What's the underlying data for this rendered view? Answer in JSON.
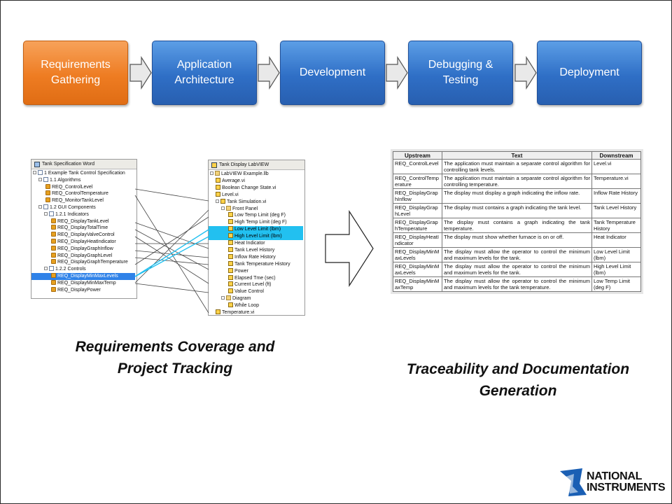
{
  "process": {
    "steps": [
      {
        "label": "Requirements Gathering",
        "color": "#ee7c22"
      },
      {
        "label": "Application Architecture",
        "color": "#2f6fc6"
      },
      {
        "label": "Development",
        "color": "#2f6fc6"
      },
      {
        "label": "Debugging & Testing",
        "color": "#2f6fc6"
      },
      {
        "label": "Deployment",
        "color": "#2f6fc6"
      }
    ]
  },
  "word_panel": {
    "title": "Tank Specification   Word",
    "items": [
      "1 Example Tank Control Specification",
      "1.1 Algorithms",
      "REQ_ControlLevel",
      "REQ_ControlTemperature",
      "REQ_MonitorTankLevel",
      "1.2 GUI Components",
      "1.2.1 Indicators",
      "REQ_DisplayTankLevel",
      "REQ_DisplayTotalTime",
      "REQ_DisplayValveControl",
      "REQ_DisplayHeatIndicator",
      "REQ_DisplayGraphInflow",
      "REQ_DisplayGraphLevel",
      "REQ_DisplayGraphTemperature",
      "1.2.2 Controls",
      "REQ_DisplayMinMaxLevels",
      "REQ_DisplayMinMaxTemp",
      "REQ_DisplayPower"
    ]
  },
  "labview_panel": {
    "title": "Tank Display   LabVIEW",
    "items": [
      "LabVIEW Example.llb",
      "Average.vi",
      "Boolean Change State.vi",
      "Level.vi",
      "Tank Simulation.vi",
      "Front Panel",
      "Low Temp Limit (deg F)",
      "High Temp Limit (deg F)",
      "Low Level Limit (lbm)",
      "High Level Limit (lbm)",
      "Heat Indicator",
      "Tank Level History",
      "Inflow Rate History",
      "Tank Temperature History",
      "Power",
      "Elapsed Tme (sec)",
      "Current Level (ft)",
      "Value Control",
      "Diagram",
      "While Loop",
      "Temperature.vi"
    ]
  },
  "trace_table": {
    "headers": [
      "Upstream",
      "Text",
      "Downstream"
    ],
    "rows": [
      [
        "REQ_ControlLevel",
        "The application must maintain a separate control algorithm for controlling tank levels.",
        "Level.vi"
      ],
      [
        "REQ_ControlTemperature",
        "The application must maintain a separate control algorithm for controlling temperature.",
        "Temperature.vi"
      ],
      [
        "REQ_DisplayGraphInflow",
        "The display must display a graph indicating the inflow rate.",
        "Inflow Rate History"
      ],
      [
        "REQ_DisplayGraphLevel",
        "The display must contains a graph indicating the tank level.",
        "Tank Level History"
      ],
      [
        "REQ_DisplayGraphTemperature",
        "The display must contains a graph indicating the tank temperature.",
        "Tank Temperature History"
      ],
      [
        "REQ_DisplayHeatIndicator",
        "The display must show whether furnace is on or off.",
        "Heat Indicator"
      ],
      [
        "REQ_DisplayMinMaxLevels",
        "The display must allow the operator to control the minimum and maximum levels for the tank.",
        "Low Level Limit (lbm)"
      ],
      [
        "REQ_DisplayMinMaxLevels",
        "The display must allow the operator to control the minimum and maximum levels for the tank.",
        "High Level Limit (lbm)"
      ],
      [
        "REQ_DisplayMinMaxTemp",
        "The display must allow the operator to control the minimum and maximum levels for the tank temperature.",
        "Low Temp Limit (deg F)"
      ]
    ]
  },
  "captions": {
    "left": "Requirements Coverage and Project Tracking",
    "right": "Traceability and Documentation Generation"
  },
  "logo": {
    "line1": "NATIONAL",
    "line2": "INSTRUMENTS"
  }
}
